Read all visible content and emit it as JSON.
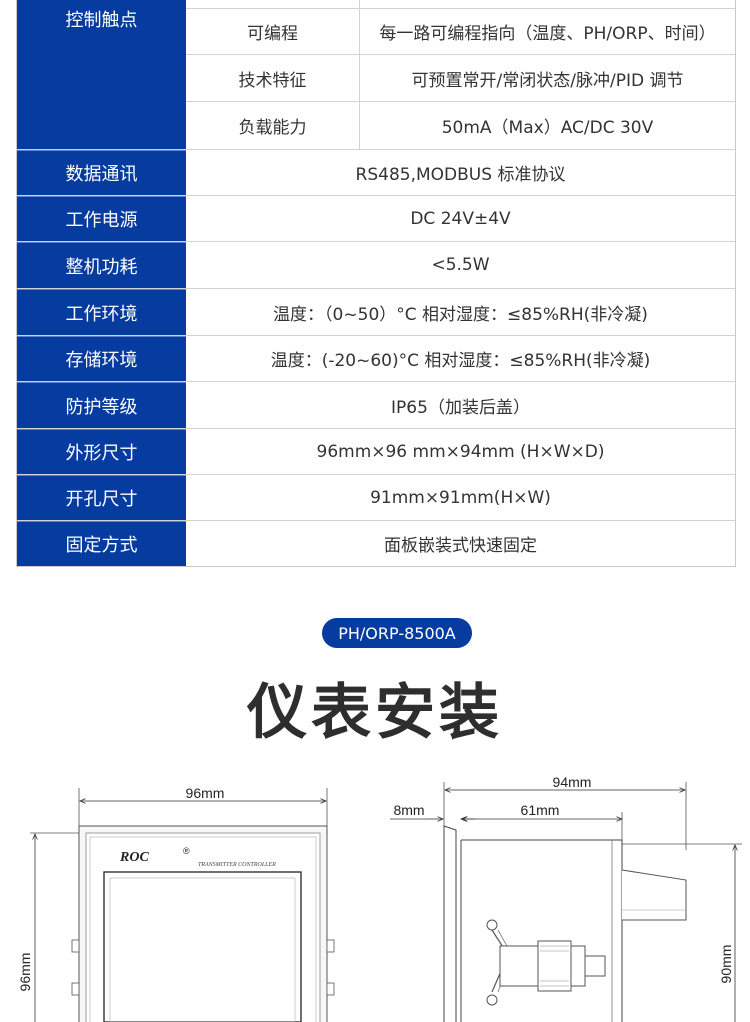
{
  "spec_table": {
    "control_contacts": {
      "label": "控制触点",
      "rows": [
        {
          "key": "可编程",
          "value": "每一路可编程指向（温度、PH/ORP、时间）"
        },
        {
          "key": "技术特征",
          "value": "可预置常开/常闭状态/脉冲/PID 调节"
        },
        {
          "key": "负载能力",
          "value": "50mA（Max）AC/DC 30V"
        }
      ]
    },
    "rows": [
      {
        "label": "数据通讯",
        "value": "RS485,MODBUS 标准协议"
      },
      {
        "label": "工作电源",
        "value": "DC 24V±4V"
      },
      {
        "label": "整机功耗",
        "value": "<5.5W"
      },
      {
        "label": "工作环境",
        "value": "温度：（0~50）°C 相对湿度：≤85%RH(非冷凝)"
      },
      {
        "label": "存储环境",
        "value": "温度：(-20~60)°C 相对湿度：≤85%RH(非冷凝)"
      },
      {
        "label": "防护等级",
        "value": "IP65（加装后盖）"
      },
      {
        "label": "外形尺寸",
        "value": "96mm×96 mm×94mm (H×W×D)"
      },
      {
        "label": "开孔尺寸",
        "value": "91mm×91mm(H×W)"
      },
      {
        "label": "固定方式",
        "value": "面板嵌装式快速固定"
      }
    ],
    "colors": {
      "label_bg": "#063ba0",
      "label_text": "#ffffff",
      "grid": "#d3d3d3"
    }
  },
  "model_badge": "PH/ORP-8500A",
  "section_title": "仪表安装",
  "drawing": {
    "front": {
      "width_label": "96mm",
      "height_label": "96mm",
      "brand": "ROC",
      "brand_mark": "®",
      "brand_subtitle": "TRANSMITTER CONTROLLER"
    },
    "side": {
      "depth_label": "94mm",
      "bezel_label": "8mm",
      "body_label": "61mm",
      "height_label": "90mm"
    }
  }
}
